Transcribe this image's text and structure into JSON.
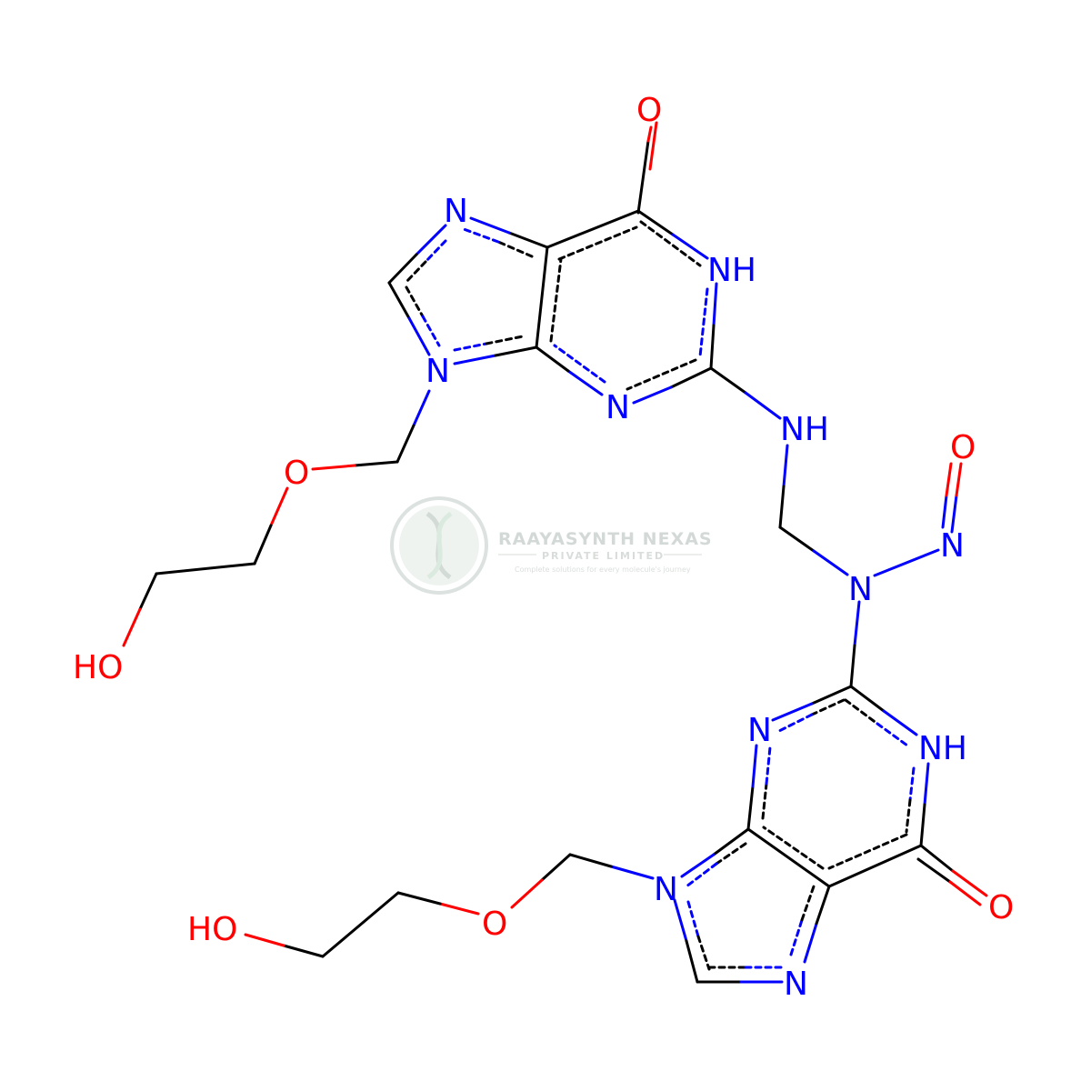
{
  "colors": {
    "bond": "#000000",
    "nitrogen": "#0000ff",
    "oxygen": "#ff0000",
    "watermark": "#cfd5d2"
  },
  "atoms": {
    "o_top": "O",
    "n7_top": "N",
    "nh1_top": "NH",
    "n9_top": "N",
    "n3_top": "N",
    "nh_link": "NH",
    "o_ether_top": "O",
    "ho_top": "HO",
    "o_nitroso": "O",
    "n_nitroso": "N",
    "n_amine": "N",
    "n3_bot": "N",
    "nh1_bot": "NH",
    "n9_bot": "N",
    "o_bot": "O",
    "o_ether_bot": "O",
    "ho_bot": "HO",
    "n7_bot": "N"
  },
  "watermark": {
    "company": "RAAYASYNTH NEXAS",
    "subtitle": "PRIVATE LIMITED",
    "tagline": "Complete solutions for every molecule's journey"
  }
}
